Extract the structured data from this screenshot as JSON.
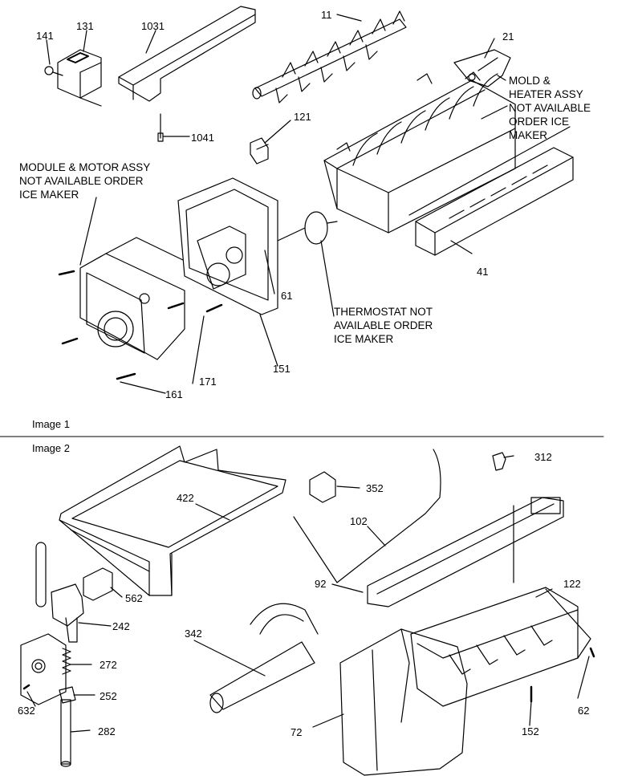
{
  "captions": {
    "image1": "Image 1",
    "image2": "Image 2"
  },
  "notes": {
    "module": "MODULE & MOTOR ASSY\nNOT AVAILABLE ORDER\nICE MAKER",
    "mold": "MOLD &\nHEATER ASSY\nNOT AVAILABLE\nORDER ICE\nMAKER",
    "thermostat": "THERMOSTAT NOT\nAVAILABLE ORDER\nICE MAKER"
  },
  "labels": {
    "p141": "141",
    "p131": "131",
    "p1031": "1031",
    "p11": "11",
    "p21": "21",
    "p1041": "1041",
    "p121": "121",
    "p41": "41",
    "p61": "61",
    "p151": "151",
    "p171": "171",
    "p161": "161",
    "p312": "312",
    "p352": "352",
    "p422": "422",
    "p102": "102",
    "p122": "122",
    "p92": "92",
    "p562": "562",
    "p242": "242",
    "p342": "342",
    "p272": "272",
    "p252": "252",
    "p632": "632",
    "p62": "62",
    "p282": "282",
    "p152": "152",
    "p72": "72"
  }
}
